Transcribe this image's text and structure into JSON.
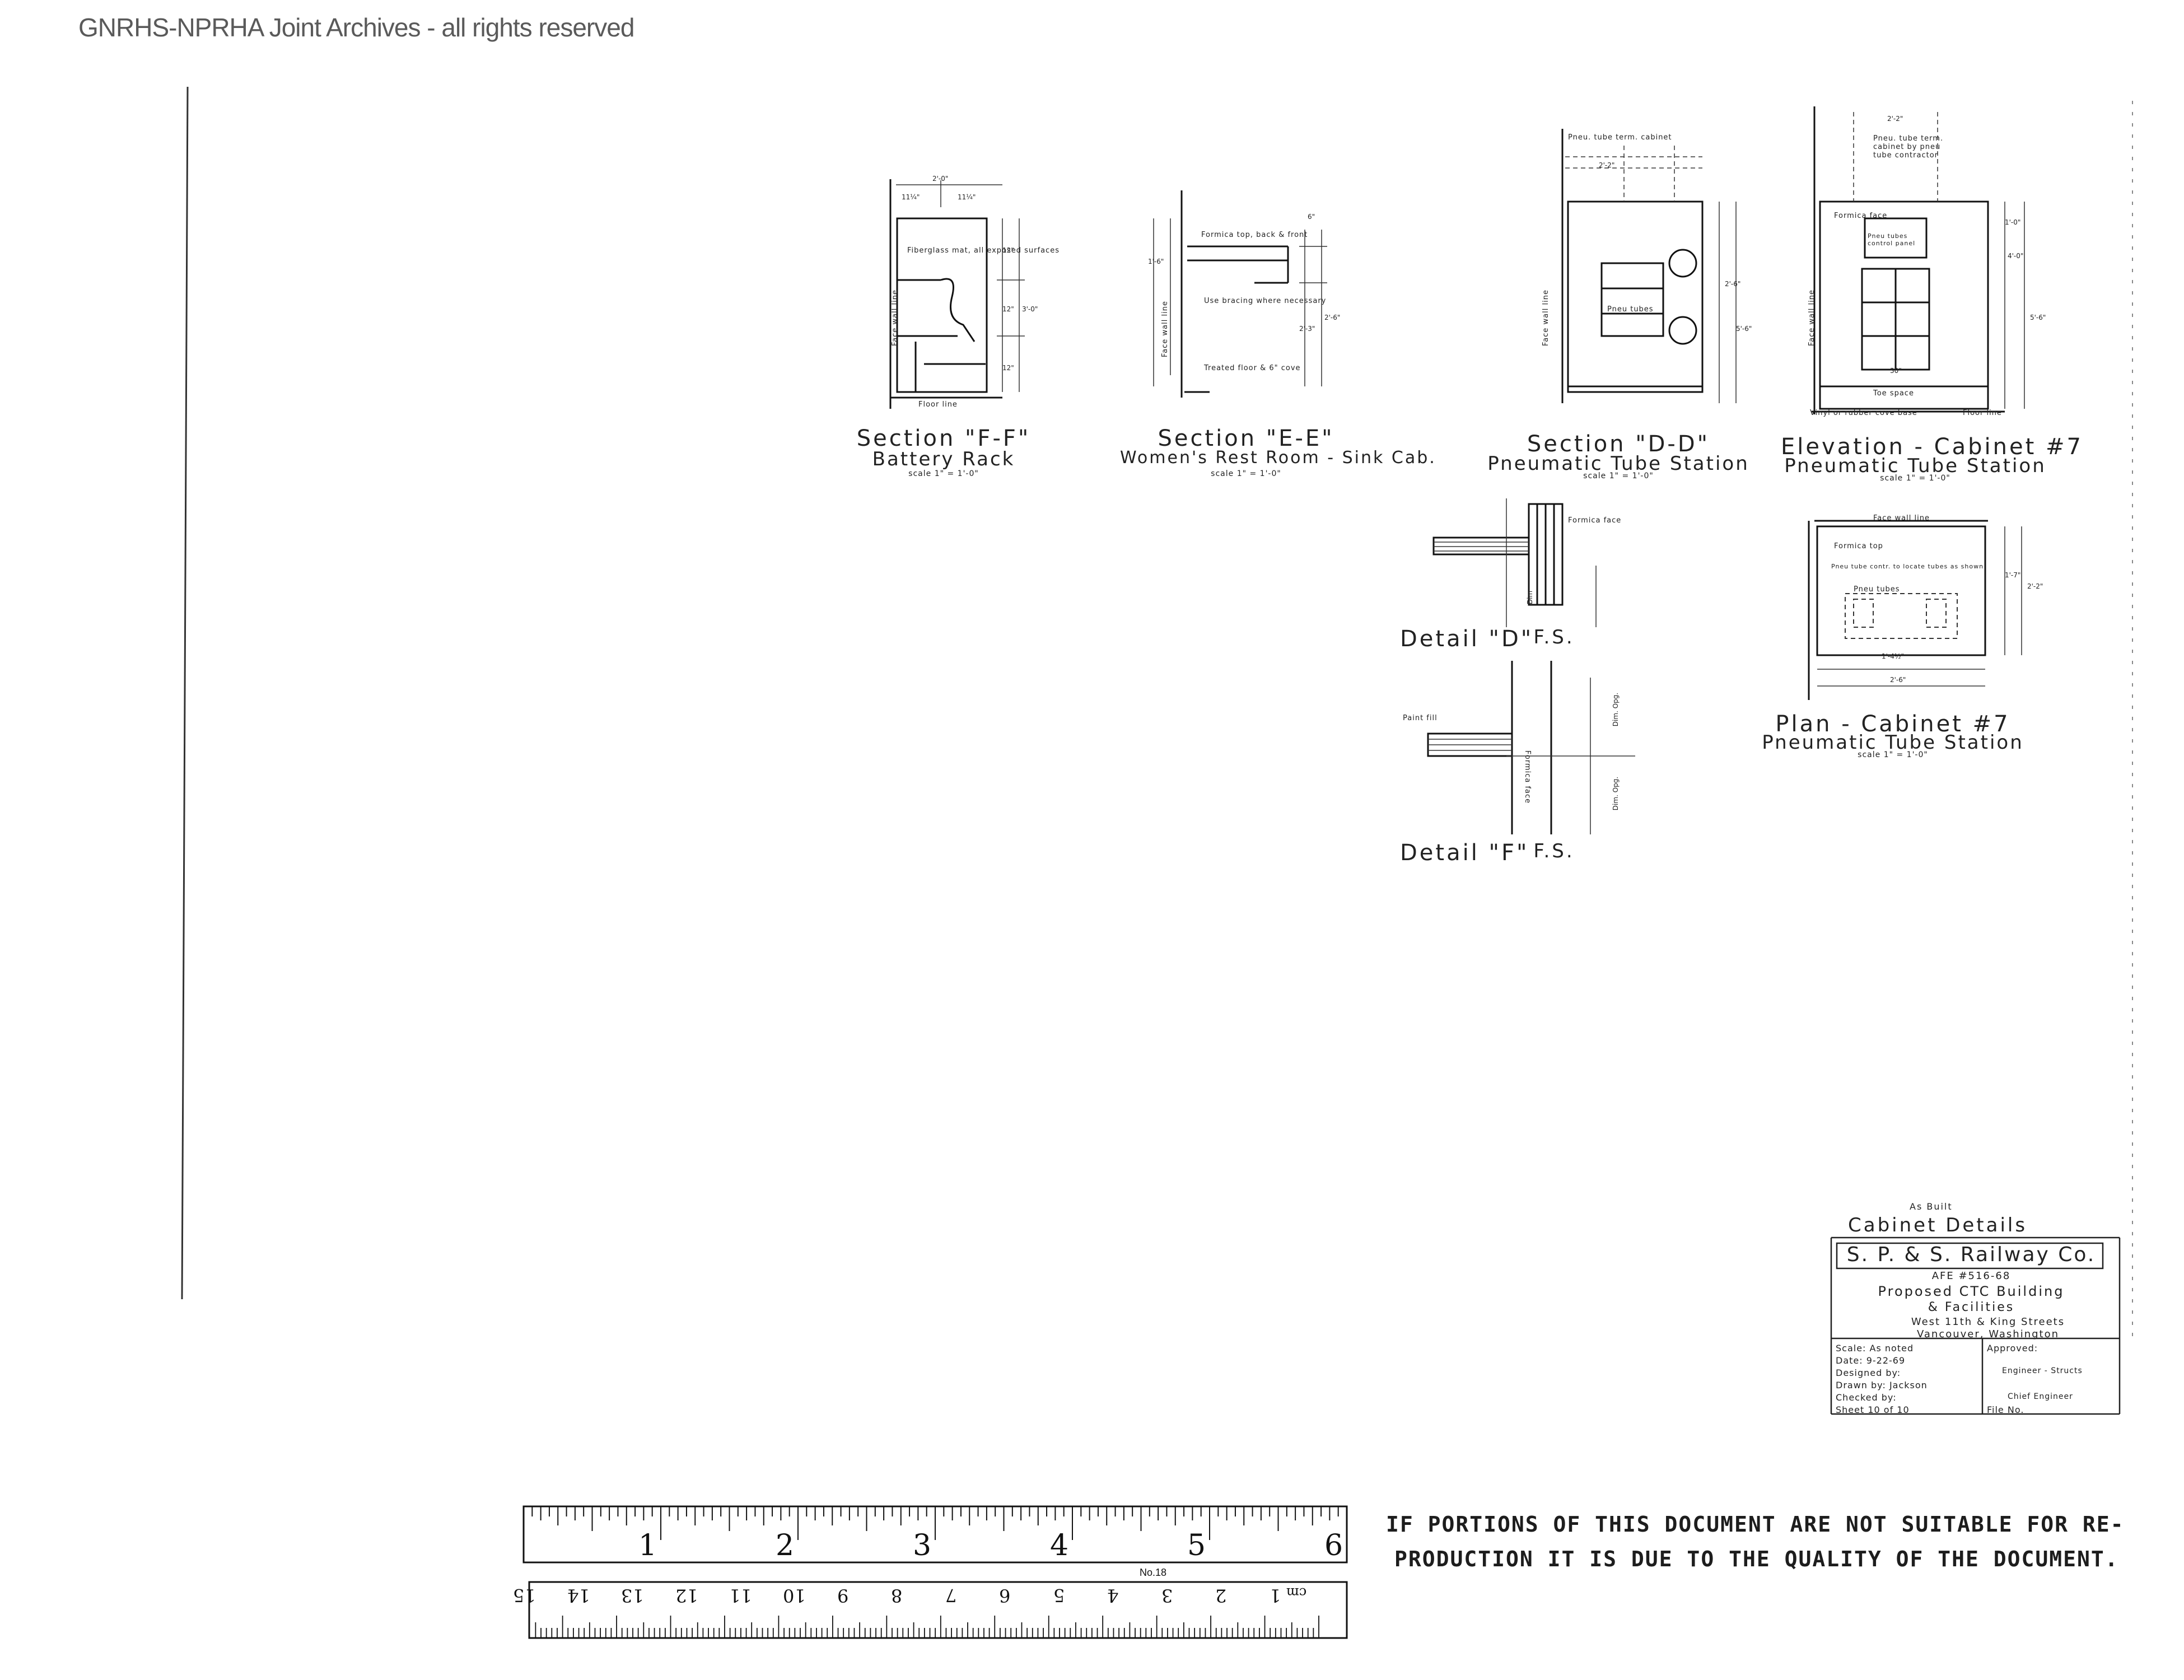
{
  "watermark": "GNRHS-NPRHA Joint Archives - all rights reserved",
  "drawings": [
    {
      "title": "Section \"F-F\"",
      "subtitle": "Battery Rack",
      "scale": "scale 1\" = 1'-0\"",
      "notes": [
        "Fiberglass mat, all exposed surfaces",
        "Face wall line",
        "Floor line"
      ],
      "dims": [
        "2'-0\"",
        "11¼\"",
        "11¼\"",
        "12\"",
        "12\"",
        "12\"",
        "3'-0\""
      ]
    },
    {
      "title": "Section \"E-E\"",
      "subtitle": "Women's Rest Room - Sink Cab.",
      "scale": "scale 1\" = 1'-0\"",
      "notes": [
        "Formica top, back & front",
        "Use bracing where necessary",
        "Treated floor & 6\" cove",
        "Face wall line"
      ],
      "dims": [
        "6\"",
        "1'-6\"",
        "2'-3\"",
        "2'-6\""
      ]
    },
    {
      "title": "Section \"D-D\"",
      "subtitle": "Pneumatic Tube Station",
      "scale": "scale 1\" = 1'-0\"",
      "notes": [
        "Pneu. tube term. cabinet",
        "Face wall line",
        "Pneu tubes"
      ],
      "dims": [
        "2'-2\"",
        "2'-6\"",
        "5'-6\""
      ]
    },
    {
      "title": "Elevation - Cabinet #7",
      "subtitle": "Pneumatic Tube Station",
      "scale": "scale 1\" = 1'-0\"",
      "notes": [
        "Pneu. tube term. cabinet by pneu tube contractor",
        "Formica face",
        "Pneu tubes control panel",
        "Toe space",
        "Vinyl or rubber cove base",
        "Floor line",
        "Face wall line"
      ],
      "dims": [
        "2'-2\"",
        "1'-0\"",
        "4'-0\"",
        "5'-6\"",
        "30\""
      ]
    },
    {
      "title": "Plan - Cabinet #7",
      "subtitle": "Pneumatic Tube Station",
      "scale": "scale 1\" = 1'-0\"",
      "notes": [
        "Face wall line",
        "Formica top",
        "Pneu tube contr. to locate tubes as shown",
        "Pneu tubes"
      ],
      "dims": [
        "1'-4½\"",
        "2'-6\"",
        "2'-2\"",
        "1'-7\""
      ]
    },
    {
      "title": "Detail \"D\"",
      "subtitle": "F.S.",
      "notes": [
        "Formica face"
      ],
      "dims": [
        "Dim"
      ]
    },
    {
      "title": "Detail \"F\"",
      "subtitle": "F.S.",
      "notes": [
        "Paint fill",
        "Formica face"
      ],
      "dims": [
        "Dim. Opg.",
        "Dim. Opg."
      ]
    }
  ],
  "title_block": {
    "status": "As Built",
    "drawing_title": "Cabinet Details",
    "company": "S. P. & S. Railway Co.",
    "afe": "AFE #516-68",
    "project_line1": "Proposed CTC Building",
    "project_line2": "& Facilities",
    "location_line1": "West 11th & King Streets",
    "location_line2": "Vancouver, Washington",
    "scale": "Scale: As noted",
    "date": "Date: 9-22-69",
    "designed_by": "Designed by:",
    "drawn_by": "Drawn by: Jackson",
    "checked_by": "Checked by:",
    "approved": "Approved:",
    "engineer1": "Engineer - Structs",
    "engineer2": "Chief Engineer",
    "sheet": "Sheet 10 of 10",
    "file_no": "File No."
  },
  "ruler": {
    "inch_labels": [
      "1",
      "2",
      "3",
      "4",
      "5",
      "6"
    ],
    "cm_labels": [
      "1",
      "2",
      "3",
      "4",
      "5",
      "6",
      "7",
      "8",
      "9",
      "10",
      "11",
      "12",
      "13",
      "14",
      "15"
    ],
    "cm_unit": "cm",
    "model": "No.18"
  },
  "notice_line1": "IF PORTIONS OF THIS DOCUMENT ARE NOT SUITABLE FOR RE-",
  "notice_line2": "PRODUCTION IT IS DUE TO THE QUALITY OF THE DOCUMENT."
}
